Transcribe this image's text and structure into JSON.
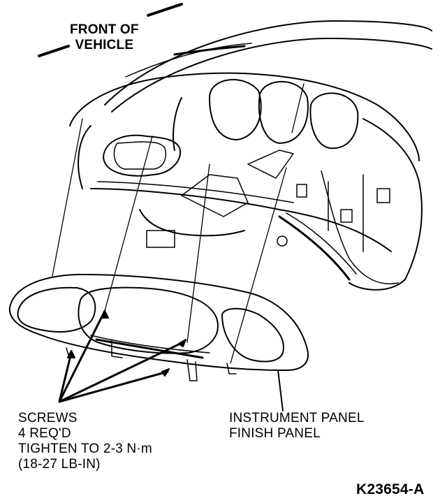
{
  "labels": {
    "front_of_vehicle": [
      "FRONT OF",
      "VEHICLE"
    ],
    "screws": [
      "SCREWS",
      "4 REQ'D",
      "TIGHTEN TO 2-3 N·m",
      "(18-27 LB-IN)"
    ],
    "instrument_panel": [
      "INSTRUMENT PANEL",
      "FINISH PANEL"
    ],
    "figure_id": "K23654-A"
  },
  "colors": {
    "ink": "#000000",
    "paper": "#ffffff"
  }
}
